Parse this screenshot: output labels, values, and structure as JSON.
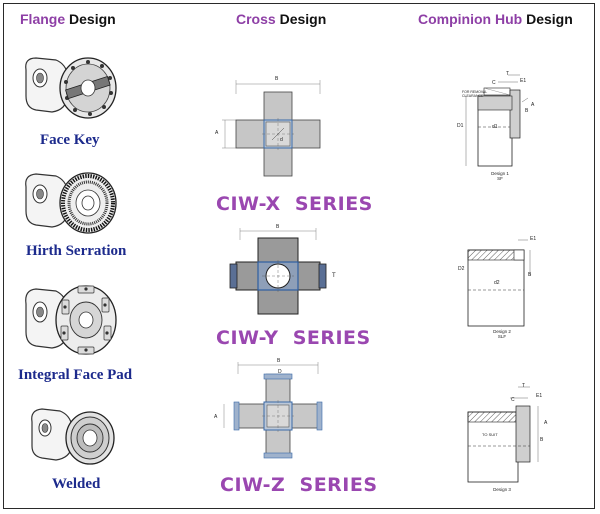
{
  "headers": {
    "flange": {
      "accent": "Flange",
      "rest": " Design"
    },
    "cross": {
      "accent": "Cross",
      "rest": " Design"
    },
    "hub": {
      "accent": "Compinion Hub",
      "rest": " Design"
    }
  },
  "flange_types": [
    {
      "label": "Face Key",
      "icon": "face-key-flange"
    },
    {
      "label": "Hirth Serration",
      "icon": "hirth-serration-flange"
    },
    {
      "label": "Integral Face Pad",
      "icon": "integral-face-pad-flange"
    },
    {
      "label": "Welded",
      "icon": "welded-flange"
    }
  ],
  "cross_series": [
    {
      "label": "CIW-X  SERIES",
      "dims": [
        "B",
        "A",
        "d"
      ]
    },
    {
      "label": "CIW-Y  SERIES",
      "dims": [
        "B",
        "T"
      ]
    },
    {
      "label": "CIW-Z  SERIES",
      "dims": [
        "B",
        "D",
        "A"
      ]
    }
  ],
  "hub_designs": [
    {
      "caption_1": "Design 1",
      "caption_2": "SF",
      "dims": [
        "T",
        "E1",
        "C",
        "FOR REMOVAL CLEARANCE",
        "D1",
        "d1",
        "B",
        "A"
      ]
    },
    {
      "caption_1": "Design 2",
      "caption_2": "SLF",
      "dims": [
        "E1",
        "D2",
        "d2",
        "B"
      ]
    },
    {
      "caption_1": "Design 3",
      "caption_2": "",
      "dims": [
        "T",
        "E1",
        "C",
        "TO SUIT",
        "A",
        "B"
      ]
    }
  ],
  "colors": {
    "accent": "#8e3fa6",
    "flange_label": "#1c2a8c",
    "series": "#9a47b0",
    "cross_hub": "#9fb2cc"
  }
}
